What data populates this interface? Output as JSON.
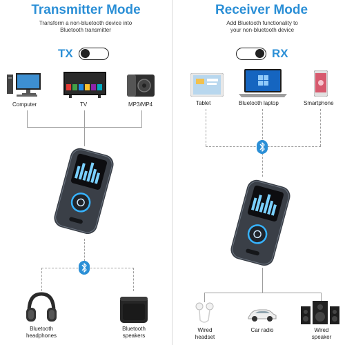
{
  "left": {
    "title": "Transmitter Mode",
    "subtitle_line1": "Transform a non-bluetooth device into",
    "subtitle_line2": "Bluetooth transmitter",
    "mode_label": "TX",
    "devices_top": [
      "Computer",
      "TV",
      "MP3/MP4"
    ],
    "devices_bottom": [
      {
        "line1": "Bluetooth",
        "line2": "headphones"
      },
      {
        "line1": "Bluetooth",
        "line2": "speakers"
      }
    ]
  },
  "right": {
    "title": "Receiver Mode",
    "subtitle_line1": "Add Bluetooth functionality to",
    "subtitle_line2": "your non-bluetooth device",
    "mode_label": "RX",
    "devices_top": [
      "Tablet",
      "Bluetooth laptop",
      "Smartphone"
    ],
    "devices_bottom": [
      {
        "line1": "Wired",
        "line2": "headset"
      },
      {
        "line1": "Car radio",
        "line2": ""
      },
      {
        "line1": "Wired",
        "line2": "speaker"
      }
    ]
  },
  "colors": {
    "accent": "#2b8fd6",
    "device_body": "#3a3f47",
    "lines": "#9e9e9e"
  },
  "icons": [
    "bluetooth-icon",
    "computer-icon",
    "tv-icon",
    "mp3-player-icon",
    "tablet-icon",
    "laptop-icon",
    "smartphone-icon",
    "headphones-icon",
    "speaker-icon",
    "wired-earphones-icon",
    "car-icon",
    "wired-speaker-icon",
    "adapter-device"
  ]
}
